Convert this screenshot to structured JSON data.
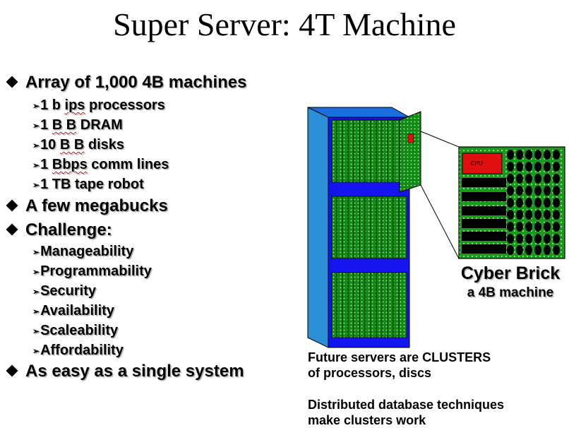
{
  "title": "Super Server: 4T Machine",
  "bullets": [
    {
      "text": "Array of 1,000 4B machines",
      "sub": [
        {
          "pre": "1 b ",
          "sq": "ips",
          "post": " processors"
        },
        {
          "pre": "1 ",
          "sq": "B B",
          "post": " DRAM"
        },
        {
          "pre": "10 ",
          "sq": "B B",
          "post": " disks"
        },
        {
          "pre": "1 ",
          "sq": "Bbps",
          "post": " comm lines"
        },
        {
          "pre": "1 TB tape robot",
          "sq": "",
          "post": ""
        }
      ]
    },
    {
      "text": "A few megabucks",
      "sub": []
    },
    {
      "text": "Challenge:",
      "sub": [
        {
          "pre": "Manageability",
          "sq": "",
          "post": ""
        },
        {
          "pre": "Programmability",
          "sq": "",
          "post": ""
        },
        {
          "pre": "Security",
          "sq": "",
          "post": ""
        },
        {
          "pre": "Availability",
          "sq": "",
          "post": ""
        },
        {
          "pre": "Scaleability",
          "sq": "",
          "post": ""
        },
        {
          "pre": "Affordability",
          "sq": "",
          "post": ""
        }
      ]
    },
    {
      "text": "As easy as a single system",
      "sub": []
    }
  ],
  "brick": {
    "title": "Cyber Brick",
    "subtitle": "a 4B machine",
    "cpu_label": "CPU"
  },
  "notes": {
    "line1": "Future servers are CLUSTERS",
    "line2": "of processors, discs",
    "line3": "Distributed database techniques",
    "line4": "make clusters work"
  },
  "colors": {
    "rack_blue": "#1414ee",
    "rack_side": "#2a8fd6",
    "board_green": "#118a11",
    "cpu_red": "#e01010"
  }
}
